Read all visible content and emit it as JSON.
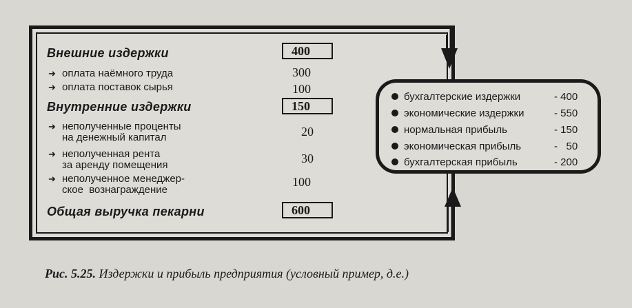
{
  "headings": {
    "external": "Внешние издержки",
    "internal": "Внутренние издержки",
    "revenue": "Общая выручка пекарни"
  },
  "boxed_values": {
    "external": "400",
    "internal": "150",
    "revenue": "600"
  },
  "external_items": [
    {
      "label": "оплата наёмного труда",
      "value": "300"
    },
    {
      "label": "оплата поставок сырья",
      "value": "100"
    }
  ],
  "internal_items": [
    {
      "line1": "неполученные проценты",
      "line2": "на денежный капитал",
      "value": "20"
    },
    {
      "line1": "неполученная рента",
      "line2": "за аренду помещения",
      "value": "30"
    },
    {
      "line1": "неполученное менеджер-",
      "line2": "ское  вознаграждение",
      "value": "100"
    }
  ],
  "panel": [
    {
      "label": "бухгалтерские издержки",
      "value": "- 400"
    },
    {
      "label": "экономические издержки",
      "value": "- 550"
    },
    {
      "label": "нормальная прибыль",
      "value": "- 150"
    },
    {
      "label": "экономическая прибыль",
      "value": "-   50"
    },
    {
      "label": "бухгалтерская прибыль",
      "value": "- 200"
    }
  ],
  "caption": {
    "number": "Рис. 5.25.",
    "text": "Издержки и прибыль предприятия (условный пример, д.е.)"
  },
  "colors": {
    "ink": "#1a1a1a",
    "paper": "#d9d7d2"
  },
  "icons": [
    "bullet-arrow-icon",
    "bullet-dot-icon",
    "down-arrow-icon",
    "up-arrow-icon"
  ]
}
